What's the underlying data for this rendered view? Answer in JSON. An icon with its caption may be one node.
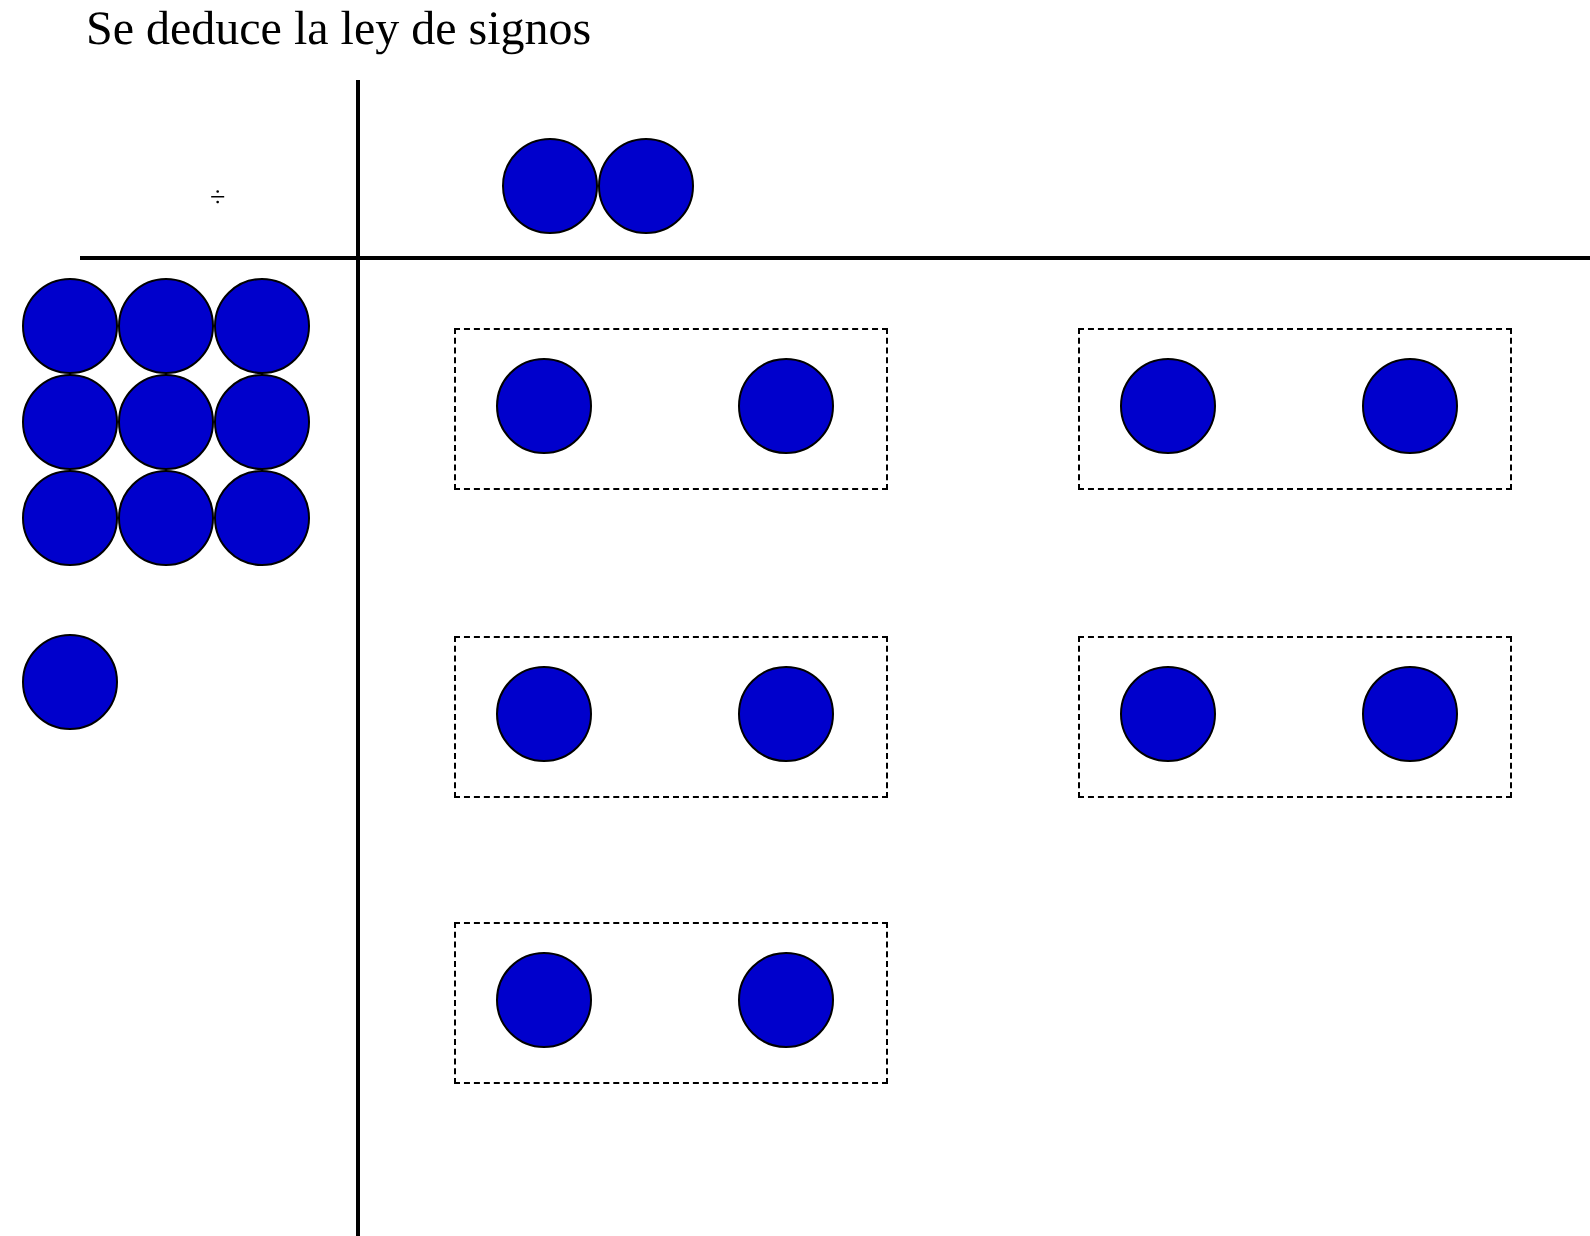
{
  "diagram": {
    "title": "Se deduce la ley de signos",
    "nodes": [
      {
        "text": [],
        "shape": "circle"
      },
      {
        "text": [],
        "shape": "circle"
      },
      {
        "text": [],
        "shape": "circle"
      },
      {
        "text": [],
        "shape": "circle"
      },
      {
        "text": [],
        "shape": "circle"
      },
      {
        "text": [],
        "shape": "circle"
      },
      {
        "text": [],
        "shape": "circle"
      },
      {
        "text": [],
        "shape": "circle"
      },
      {
        "text": [],
        "shape": "circle"
      },
      {
        "text": [],
        "shape": "circle"
      },
      {
        "text": [],
        "shape": "circle"
      },
      {
        "text": [],
        "shape": "circle"
      },
      {
        "text": [],
        "shape": "box"
      },
      {
        "text": [],
        "shape": "circle",
        "in": 12
      },
      {
        "text": [],
        "shape": "circle",
        "in": 12
      },
      {
        "text": [],
        "shape": "box"
      },
      {
        "text": [],
        "shape": "circle",
        "in": 15
      },
      {
        "text": [],
        "shape": "circle",
        "in": 15
      },
      {
        "text": [],
        "shape": "box"
      },
      {
        "text": [],
        "shape": "circle",
        "in": 18
      },
      {
        "text": [],
        "shape": "circle",
        "in": 18
      },
      {
        "text": [],
        "shape": "box"
      },
      {
        "text": [],
        "shape": "circle",
        "in": 21
      },
      {
        "text": [],
        "shape": "circle",
        "in": 21
      },
      {
        "text": [],
        "shape": "box"
      },
      {
        "text": [],
        "shape": "circle",
        "in": 24
      },
      {
        "text": [],
        "shape": "circle",
        "in": 24
      }
    ],
    "labels": [
      "÷"
    ]
  }
}
